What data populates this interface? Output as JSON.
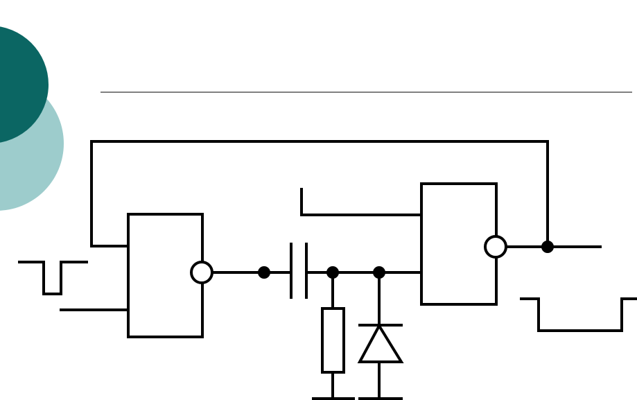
{
  "theme": {
    "dark_circle_color": "#0b6663",
    "light_circle_color": "#9dcccc",
    "wire_color": "#000000",
    "title_rule_color": "#000000"
  },
  "diagram": {
    "components": [
      "logic-gate-1",
      "logic-gate-2",
      "capacitor",
      "resistor",
      "diode",
      "input-pulse",
      "output-pulse",
      "feedback-loop"
    ]
  }
}
